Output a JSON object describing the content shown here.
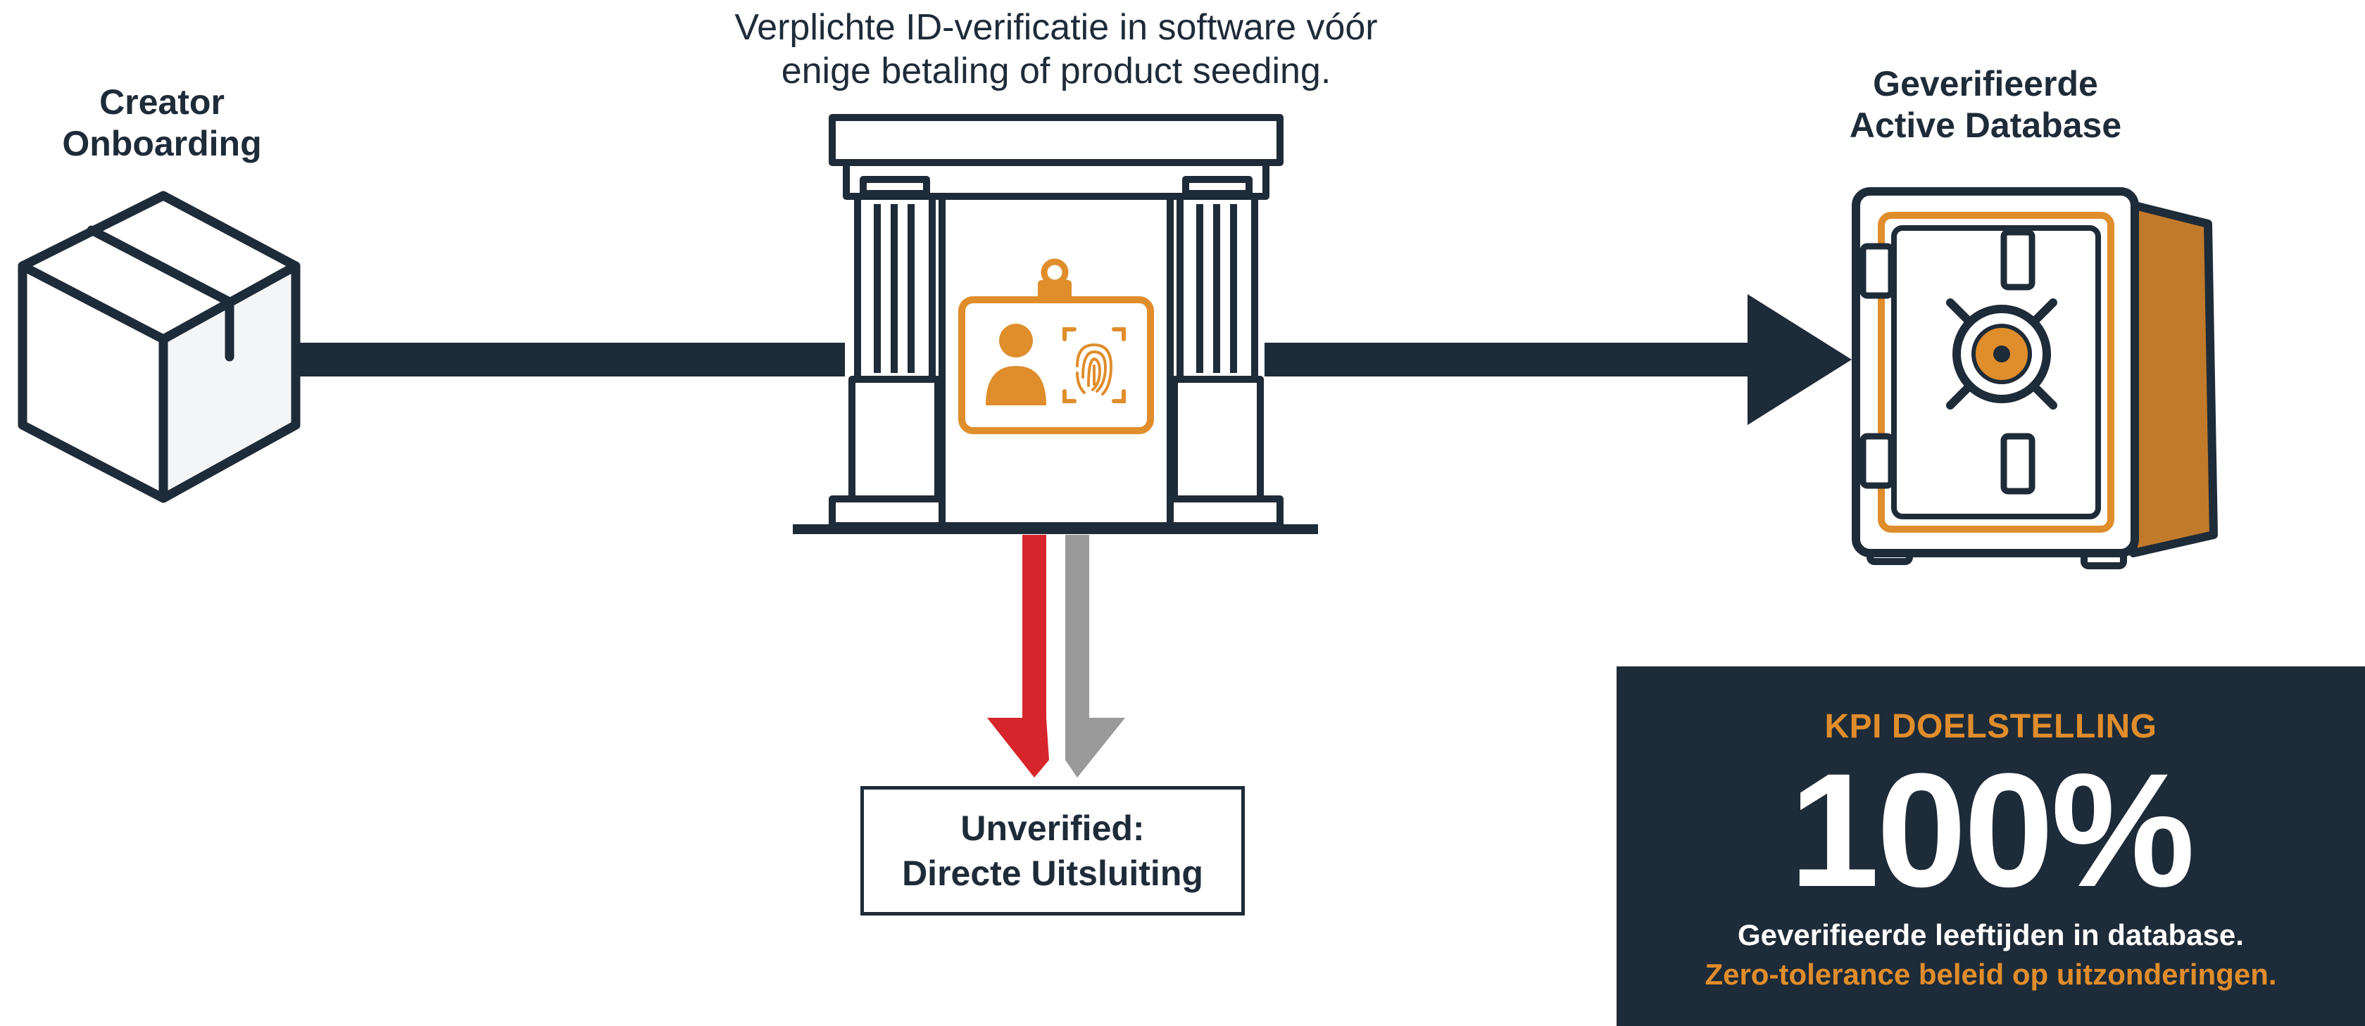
{
  "colors": {
    "ink": "#1e2b38",
    "accent_orange": "#e08d2b",
    "reject_red": "#d6262b",
    "reject_gray": "#9a9a9a",
    "panel_background": "#1e2b38"
  },
  "stages": {
    "onboarding": {
      "label_line1": "Creator",
      "label_line2": "Onboarding",
      "icon": "box-icon"
    },
    "verification": {
      "label_line1": "Verplichte ID-verificatie in software vóór",
      "label_line2": "enige betaling of product seeding.",
      "icon": "id-badge-fingerprint-icon",
      "structure_icon": "gate-icon"
    },
    "database": {
      "label_line1": "Geverifieerde",
      "label_line2": "Active Database",
      "icon": "safe-icon"
    }
  },
  "rejection": {
    "line1": "Unverified:",
    "line2": "Directe Uitsluiting"
  },
  "kpi": {
    "heading": "KPI DOELSTELLING",
    "value": "100%",
    "description": "Geverifieerde leeftijden in database.",
    "policy": "Zero-tolerance beleid op uitzonderingen."
  }
}
